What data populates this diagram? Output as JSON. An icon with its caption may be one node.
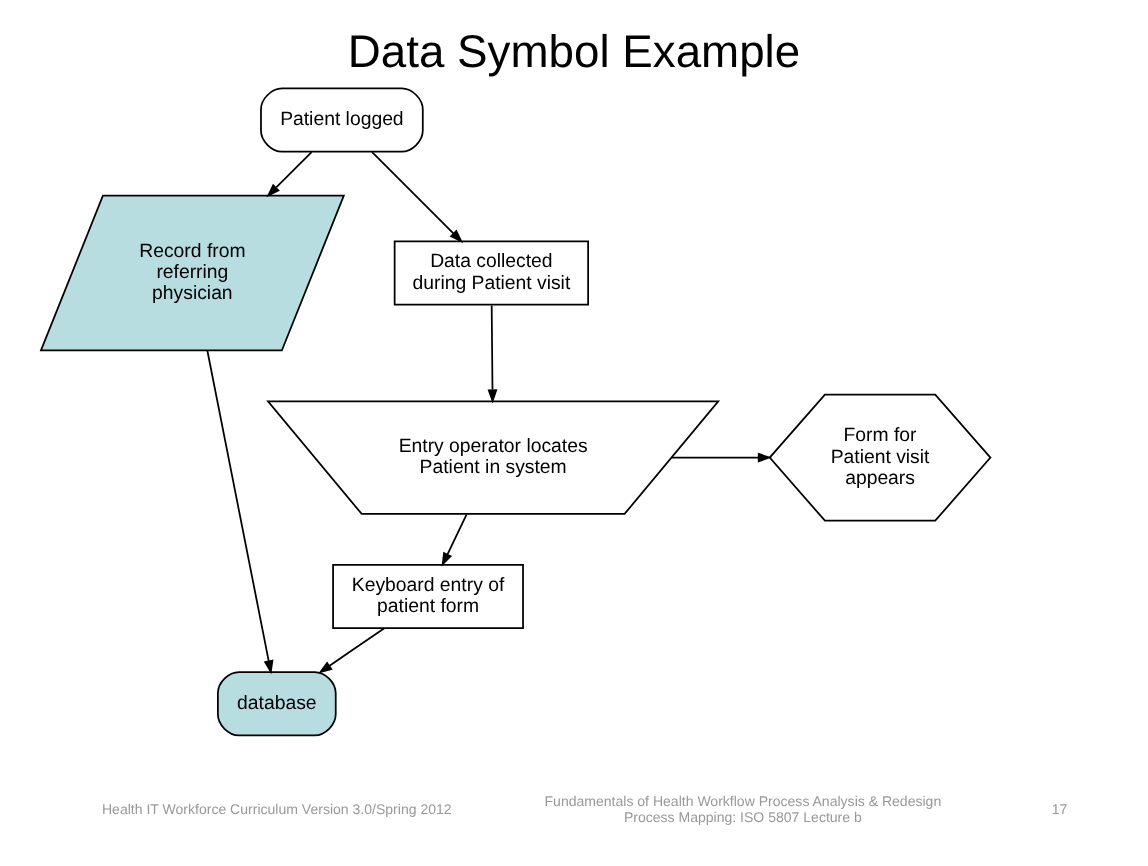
{
  "diagram": {
    "title": "Data Symbol Example",
    "nodes": [
      {
        "text": [
          "Patient logged"
        ]
      },
      {
        "text": [
          "Record from referring physician"
        ]
      },
      {
        "text": [
          "Data collected during Patient visit"
        ]
      },
      {
        "text": [
          "Entry operator locates Patient in system"
        ]
      },
      {
        "text": [
          "Form for Patient visit appears"
        ]
      },
      {
        "text": [
          "Keyboard entry of patient form"
        ]
      },
      {
        "text": [
          "database"
        ]
      }
    ],
    "edges": [
      {
        "from": 0,
        "to": 1,
        "arrow": "to"
      },
      {
        "from": 0,
        "to": 2,
        "arrow": "to"
      },
      {
        "from": 2,
        "to": 3,
        "arrow": "to"
      },
      {
        "from": 3,
        "to": 4,
        "arrow": "to"
      },
      {
        "from": 3,
        "to": 5,
        "arrow": "to"
      },
      {
        "from": 5,
        "to": 6,
        "arrow": "to"
      },
      {
        "from": 1,
        "to": 6,
        "arrow": "to"
      }
    ],
    "labels": [
      "Health IT Workforce Curriculum Version 3.0/Spring 2012",
      "Fundamentals of Health Workflow Process Analysis & Redesign Process Mapping: ISO 5807 Lecture b",
      "17"
    ]
  }
}
